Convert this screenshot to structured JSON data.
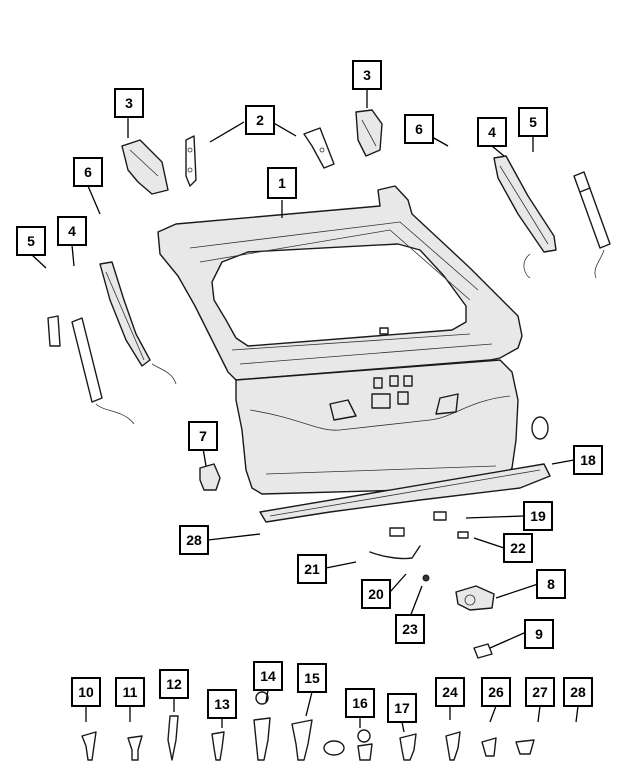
{
  "colors": {
    "line": "#1a1a1a",
    "background": "#ffffff",
    "callout_border": "#000000"
  },
  "callouts": [
    {
      "id": "c1",
      "label": "1"
    },
    {
      "id": "c2",
      "label": "2"
    },
    {
      "id": "c3a",
      "label": "3"
    },
    {
      "id": "c3b",
      "label": "3"
    },
    {
      "id": "c4a",
      "label": "4"
    },
    {
      "id": "c4b",
      "label": "4"
    },
    {
      "id": "c5a",
      "label": "5"
    },
    {
      "id": "c5b",
      "label": "5"
    },
    {
      "id": "c6a",
      "label": "6"
    },
    {
      "id": "c6b",
      "label": "6"
    },
    {
      "id": "c7",
      "label": "7"
    },
    {
      "id": "c8",
      "label": "8"
    },
    {
      "id": "c9",
      "label": "9"
    },
    {
      "id": "c10",
      "label": "10"
    },
    {
      "id": "c11",
      "label": "11"
    },
    {
      "id": "c12",
      "label": "12"
    },
    {
      "id": "c13",
      "label": "13"
    },
    {
      "id": "c14",
      "label": "14"
    },
    {
      "id": "c15",
      "label": "15"
    },
    {
      "id": "c16",
      "label": "16"
    },
    {
      "id": "c17",
      "label": "17"
    },
    {
      "id": "c18",
      "label": "18"
    },
    {
      "id": "c19",
      "label": "19"
    },
    {
      "id": "c20",
      "label": "20"
    },
    {
      "id": "c21",
      "label": "21"
    },
    {
      "id": "c22",
      "label": "22"
    },
    {
      "id": "c23",
      "label": "23"
    },
    {
      "id": "c24",
      "label": "24"
    },
    {
      "id": "c26",
      "label": "26"
    },
    {
      "id": "c27",
      "label": "27"
    },
    {
      "id": "c28a",
      "label": "28"
    },
    {
      "id": "c28b",
      "label": "28"
    }
  ]
}
